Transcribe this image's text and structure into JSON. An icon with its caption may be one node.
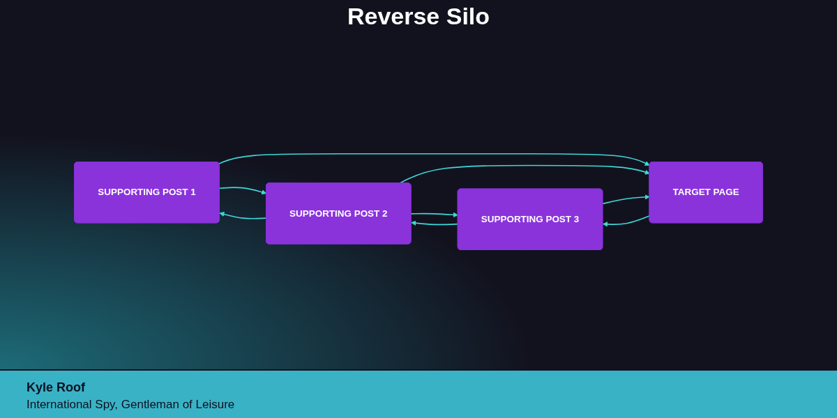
{
  "diagram": {
    "title": "Reverse Silo",
    "nodes": [
      {
        "text": [
          "SUPPORTING POST 1"
        ]
      },
      {
        "text": [
          "SUPPORTING POST 2"
        ]
      },
      {
        "text": [
          "SUPPORTING POST 3"
        ]
      },
      {
        "text": [
          "TARGET PAGE"
        ]
      }
    ],
    "edges": [
      {
        "from": 0,
        "to": 1,
        "arrow": "to"
      },
      {
        "from": 1,
        "to": 0,
        "arrow": "to"
      },
      {
        "from": 1,
        "to": 2,
        "arrow": "to"
      },
      {
        "from": 2,
        "to": 1,
        "arrow": "to"
      },
      {
        "from": 0,
        "to": 3,
        "arrow": "to"
      },
      {
        "from": 1,
        "to": 3,
        "arrow": "to"
      },
      {
        "from": 3,
        "to": 2,
        "arrow": "to"
      },
      {
        "from": 2,
        "to": 3,
        "arrow": "to"
      }
    ],
    "labels": [
      "Kyle Roof",
      "International Spy, Gentleman of Leisure"
    ]
  }
}
